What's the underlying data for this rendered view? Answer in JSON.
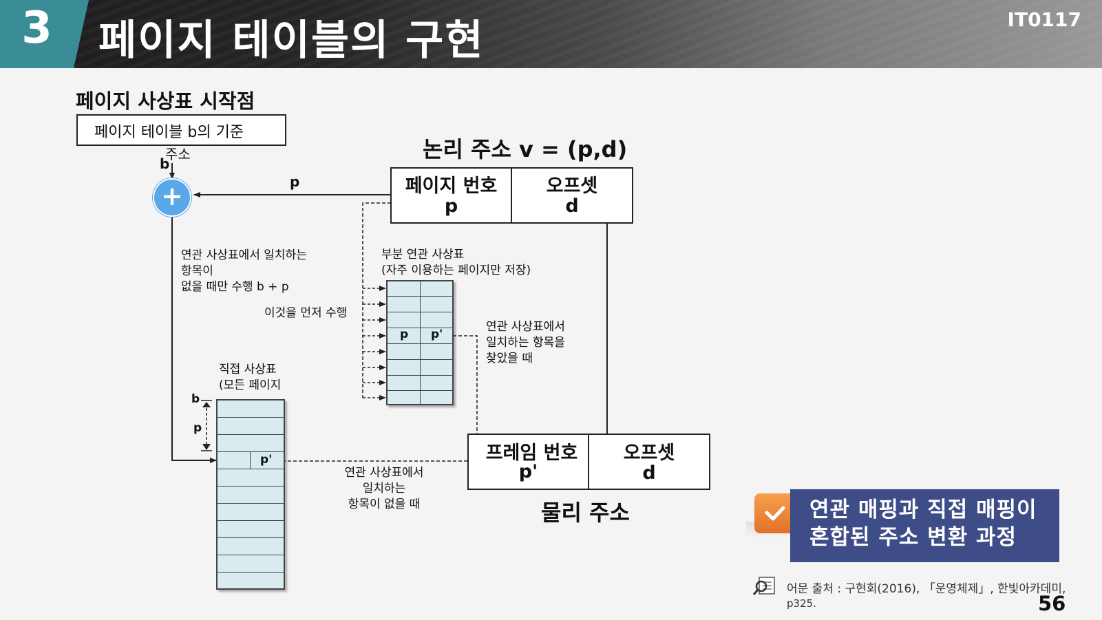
{
  "header": {
    "chapter_number": "3",
    "title": "페이지 테이블의 구현",
    "course_code": "IT0117"
  },
  "diagram": {
    "heading_start": "페이지 사상표 시작점",
    "base_box_label": "페이지 테이블 b의 기준",
    "base_box_sub": "주소",
    "base_b": "b",
    "adder_symbol": "+",
    "arrow_p_label": "p",
    "logical_address_title": "논리 주소 v = (p,d)",
    "logical_page_header": "페이지 번호",
    "logical_page_value": "p",
    "logical_offset_header": "오프셋",
    "logical_offset_value": "d",
    "assoc_not_found_note": [
      "연관 사상표에서 일치하는",
      "항목이",
      "없을 때만 수행 b + p"
    ],
    "do_first_note": "이것을 먼저 수행",
    "partial_table_title": [
      "부분 연관 사상표",
      "(자주 이용하는 페이지만 저장)"
    ],
    "partial_row_p": "p",
    "partial_row_pprime": "p'",
    "assoc_found_note": [
      "연관 사상표에서",
      "일치하는 항목을",
      "찾았을 때"
    ],
    "direct_table_title": [
      "직접 사상표",
      "(모든 페이지"
    ],
    "direct_b": "b",
    "direct_p": "p",
    "direct_pprime": "p'",
    "assoc_missing_note": [
      "연관 사상표에서",
      "일치하는",
      "항목이 없을 때"
    ],
    "frame_header": "프레임 번호",
    "frame_value": "p'",
    "physical_offset_header": "오프셋",
    "physical_offset_value": "d",
    "physical_address_title": "물리 주소"
  },
  "callout": {
    "line1": "연관 매핑과 직접 매핑이",
    "line2": "혼합된 주소 변환 과정"
  },
  "source": {
    "line1": "어문 출처 : 구현회(2016), 「운영체제」, 한빛아카데미,",
    "line2": "p325."
  },
  "page_number": "56",
  "colors": {
    "chapter_badge": "#3a8d96",
    "adder": "#5aa8e8",
    "table_fill": "#d8ecef",
    "callout_bg": "#3e4d88",
    "callout_tab": "#f08a36"
  }
}
